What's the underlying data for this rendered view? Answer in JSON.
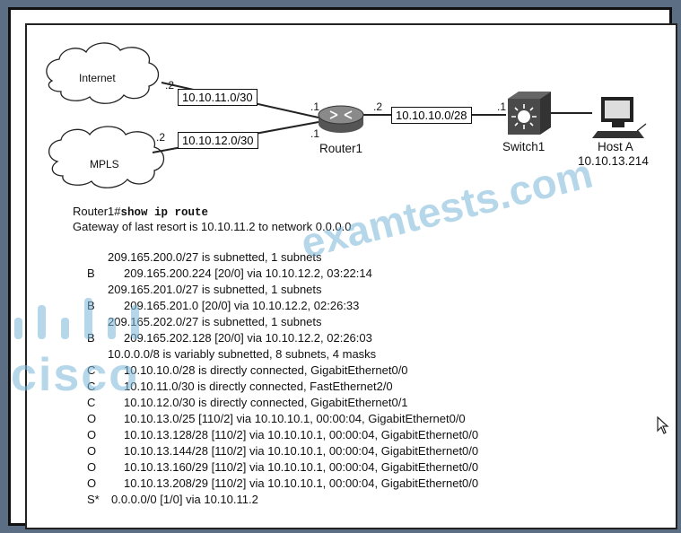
{
  "topology": {
    "clouds": [
      {
        "id": "internet",
        "label": "Internet"
      },
      {
        "id": "mpls",
        "label": "MPLS"
      }
    ],
    "links": [
      {
        "subnet": "10.10.11.0/30",
        "left_host": ".2",
        "right_host": ".1"
      },
      {
        "subnet": "10.10.12.0/30",
        "left_host": ".2",
        "right_host": ".1"
      },
      {
        "subnet": "10.10.10.0/28",
        "left_host": ".2",
        "right_host": ".1"
      }
    ],
    "router": {
      "label": "Router1"
    },
    "switch": {
      "label": "Switch1"
    },
    "host": {
      "label": "Host A",
      "ip": "10.10.13.214"
    }
  },
  "output": {
    "prompt": "Router1#",
    "command": "show ip route",
    "gateway": "Gateway of last resort is 10.10.11.2 to network 0.0.0.0",
    "entries": [
      {
        "code": "",
        "text": "209.165.200.0/27 is subnetted, 1 subnets",
        "indent": "header"
      },
      {
        "code": "B",
        "text": "209.165.200.224 [20/0] via 10.10.12.2, 03:22:14",
        "indent": "route"
      },
      {
        "code": "",
        "text": "209.165.201.0/27 is subnetted, 1 subnets",
        "indent": "header"
      },
      {
        "code": "B",
        "text": "209.165.201.0 [20/0] via 10.10.12.2, 02:26:33",
        "indent": "route"
      },
      {
        "code": "",
        "text": "209.165.202.0/27 is subnetted, 1 subnets",
        "indent": "header"
      },
      {
        "code": "B",
        "text": "209.165.202.128 [20/0] via 10.10.12.2, 02:26:03",
        "indent": "route"
      },
      {
        "code": "",
        "text": "10.0.0.0/8 is variably subnetted, 8 subnets, 4 masks",
        "indent": "header"
      },
      {
        "code": "C",
        "text": "10.10.10.0/28 is directly connected, GigabitEthernet0/0",
        "indent": "route"
      },
      {
        "code": "C",
        "text": "10.10.11.0/30 is directly connected, FastEthernet2/0",
        "indent": "route"
      },
      {
        "code": "C",
        "text": "10.10.12.0/30 is directly connected, GigabitEthernet0/1",
        "indent": "route"
      },
      {
        "code": "O",
        "text": "10.10.13.0/25 [110/2] via 10.10.10.1, 00:00:04, GigabitEthernet0/0",
        "indent": "route"
      },
      {
        "code": "O",
        "text": "10.10.13.128/28 [110/2] via 10.10.10.1, 00:00:04, GigabitEthernet0/0",
        "indent": "route"
      },
      {
        "code": "O",
        "text": "10.10.13.144/28 [110/2] via 10.10.10.1, 00:00:04, GigabitEthernet0/0",
        "indent": "route"
      },
      {
        "code": "O",
        "text": "10.10.13.160/29 [110/2] via 10.10.10.1, 00:00:04, GigabitEthernet0/0",
        "indent": "route"
      },
      {
        "code": "O",
        "text": "10.10.13.208/29 [110/2] via 10.10.10.1, 00:00:04, GigabitEthernet0/0",
        "indent": "route"
      },
      {
        "code": "S*",
        "text": "0.0.0.0/0 [1/0] via 10.10.11.2",
        "indent": "default"
      }
    ]
  },
  "watermark": {
    "text": "examtests.com",
    "logo_text": "cisco"
  },
  "colors": {
    "background": "#5b6e84",
    "watermark": "#7ab8d8"
  }
}
